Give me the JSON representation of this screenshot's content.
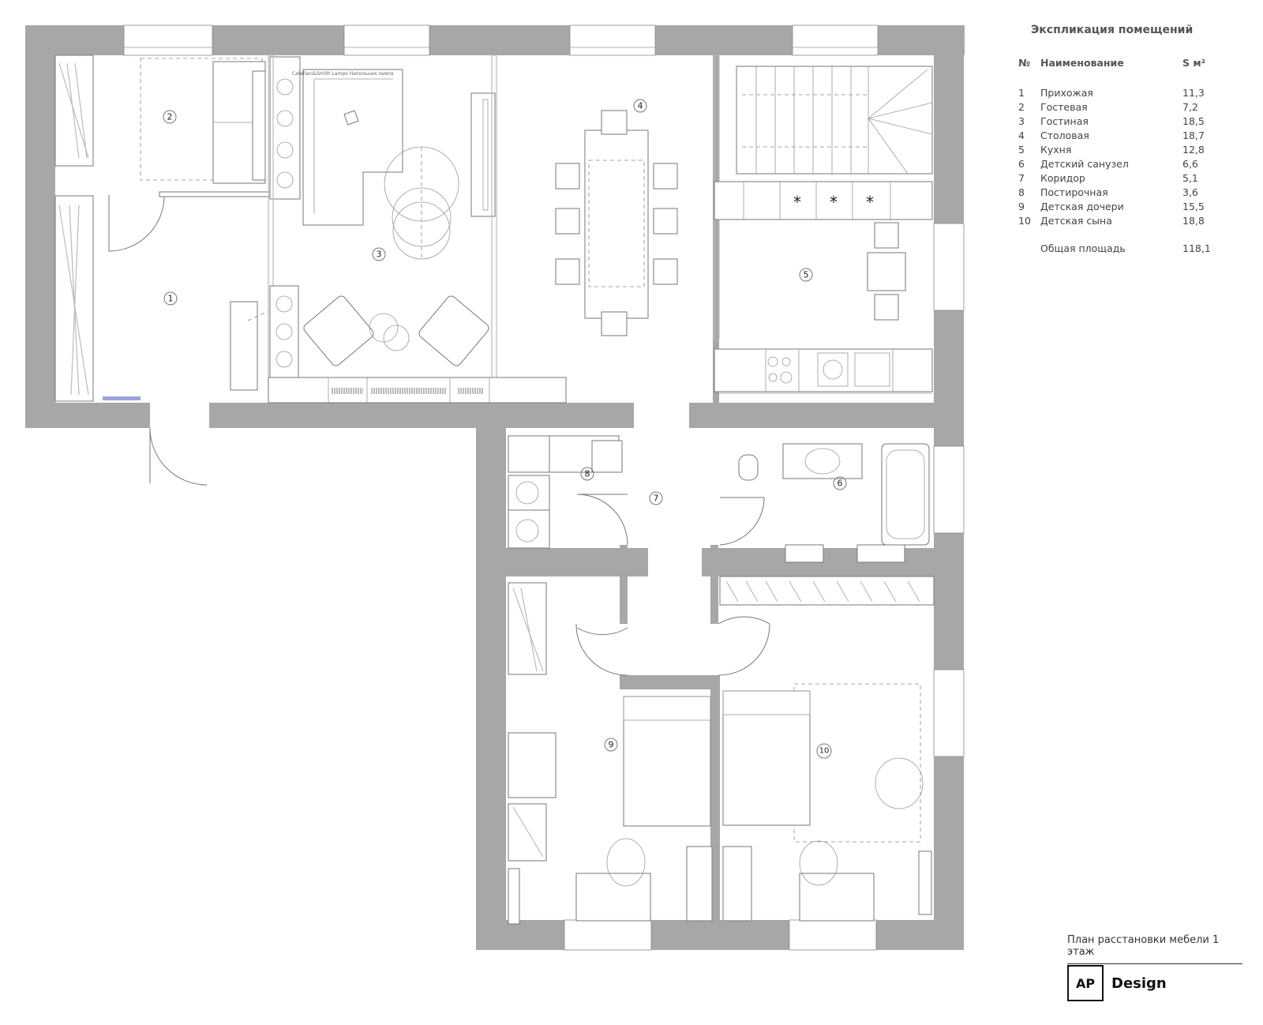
{
  "legend": {
    "title": "Экспликация помещений",
    "columns": {
      "num": "№",
      "name": "Наименование",
      "area": "S м²"
    },
    "rooms": [
      {
        "num": "1",
        "name": "Прихожая",
        "area": "11,3"
      },
      {
        "num": "2",
        "name": "Гостевая",
        "area": "7,2"
      },
      {
        "num": "3",
        "name": "Гостиная",
        "area": "18,5"
      },
      {
        "num": "4",
        "name": "Столовая",
        "area": "18,7"
      },
      {
        "num": "5",
        "name": "Кухня",
        "area": "12,8"
      },
      {
        "num": "6",
        "name": "Детский санузел",
        "area": "6,6"
      },
      {
        "num": "7",
        "name": "Коридор",
        "area": "5,1"
      },
      {
        "num": "8",
        "name": "Постирочная",
        "area": "3,6"
      },
      {
        "num": "9",
        "name": "Детская дочери",
        "area": "15,5"
      },
      {
        "num": "10",
        "name": "Детская сына",
        "area": "18,8"
      }
    ],
    "total": {
      "name": "Общая площадь",
      "area": "118,1"
    }
  },
  "plan_caption": "План расстановки мебели 1 этаж",
  "logo": {
    "mark": "AP",
    "text": "Design"
  },
  "plan": {
    "lamp_label": "Catellani&Smith Lampo Напольная лампа",
    "star_glyph": "*"
  }
}
